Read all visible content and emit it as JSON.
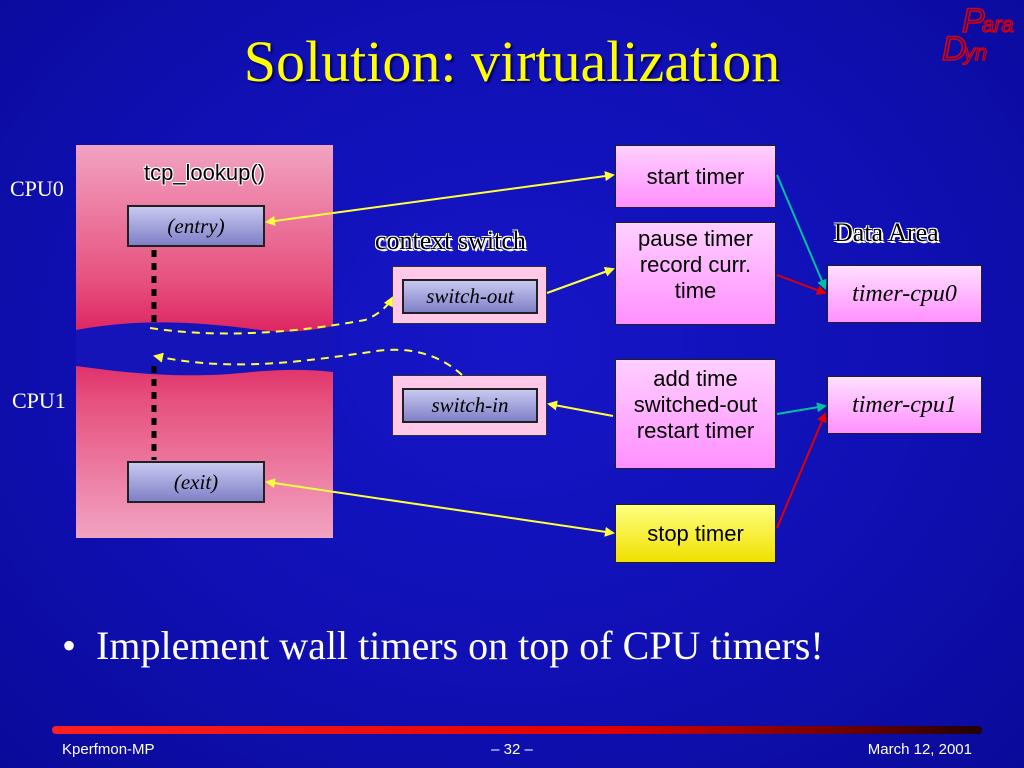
{
  "title": "Solution: virtualization",
  "logo": {
    "top_letter": "P",
    "top_text": "ara",
    "bottom_letter": "D",
    "bottom_text": "yn"
  },
  "cpu_labels": {
    "cpu0": "CPU0",
    "cpu1": "CPU1"
  },
  "function_box": {
    "title": "tcp_lookup()",
    "entry": "(entry)",
    "exit": "(exit)"
  },
  "context_switch": {
    "heading": "context switch",
    "switch_out": "switch-out",
    "switch_in": "switch-in"
  },
  "actions": {
    "start_timer": "start timer",
    "pause_timer": [
      "pause timer",
      "record curr.",
      "time"
    ],
    "add_time": [
      "add time",
      "switched-out",
      "restart timer"
    ],
    "stop_timer": "stop timer"
  },
  "data_area": {
    "heading": "Data Area",
    "timer_cpu0": "timer-cpu0",
    "timer_cpu1": "timer-cpu1"
  },
  "bullet": "Implement wall timers on top of CPU timers!",
  "footer": {
    "left": "Kperfmon-MP",
    "center": "– 32 –",
    "right": "March 12, 2001"
  },
  "colors": {
    "title": "#ffff00",
    "arrow_yellow": "#ffff40",
    "arrow_red": "#e00000",
    "arrow_teal": "#00c0a0",
    "logo_red": "#e00000"
  }
}
